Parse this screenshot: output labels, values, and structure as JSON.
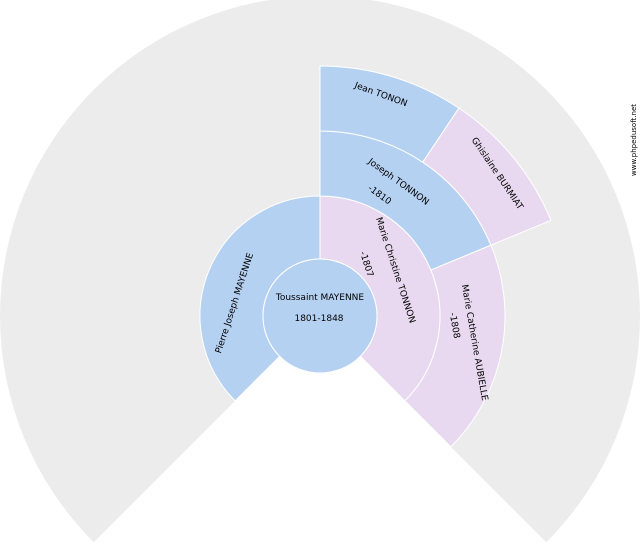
{
  "watermark": "www.phpedusoft.net",
  "colors": {
    "background_ring": "#ececec",
    "male": "#b5d1f2",
    "female": "#e8d9f0",
    "border": "#ffffff"
  },
  "root": {
    "name": "Toussaint MAYENNE",
    "dates": "1801-1848"
  },
  "generation1": [
    {
      "name": "Pierre Joseph MAYENNE",
      "dates": "",
      "sex": "male"
    },
    {
      "name": "Marie Christine TONNON",
      "dates": "-1807",
      "sex": "female"
    }
  ],
  "generation2": [
    {
      "name": "Joseph TONNON",
      "dates": "-1810",
      "sex": "male"
    },
    {
      "name": "Marie Catherine AUBIELLE",
      "dates": "-1808",
      "sex": "female"
    }
  ],
  "generation3": [
    {
      "name": "Jean TONON",
      "dates": "",
      "sex": "male"
    },
    {
      "name": "Ghislaine BURMIAT",
      "dates": "",
      "sex": "female"
    }
  ]
}
